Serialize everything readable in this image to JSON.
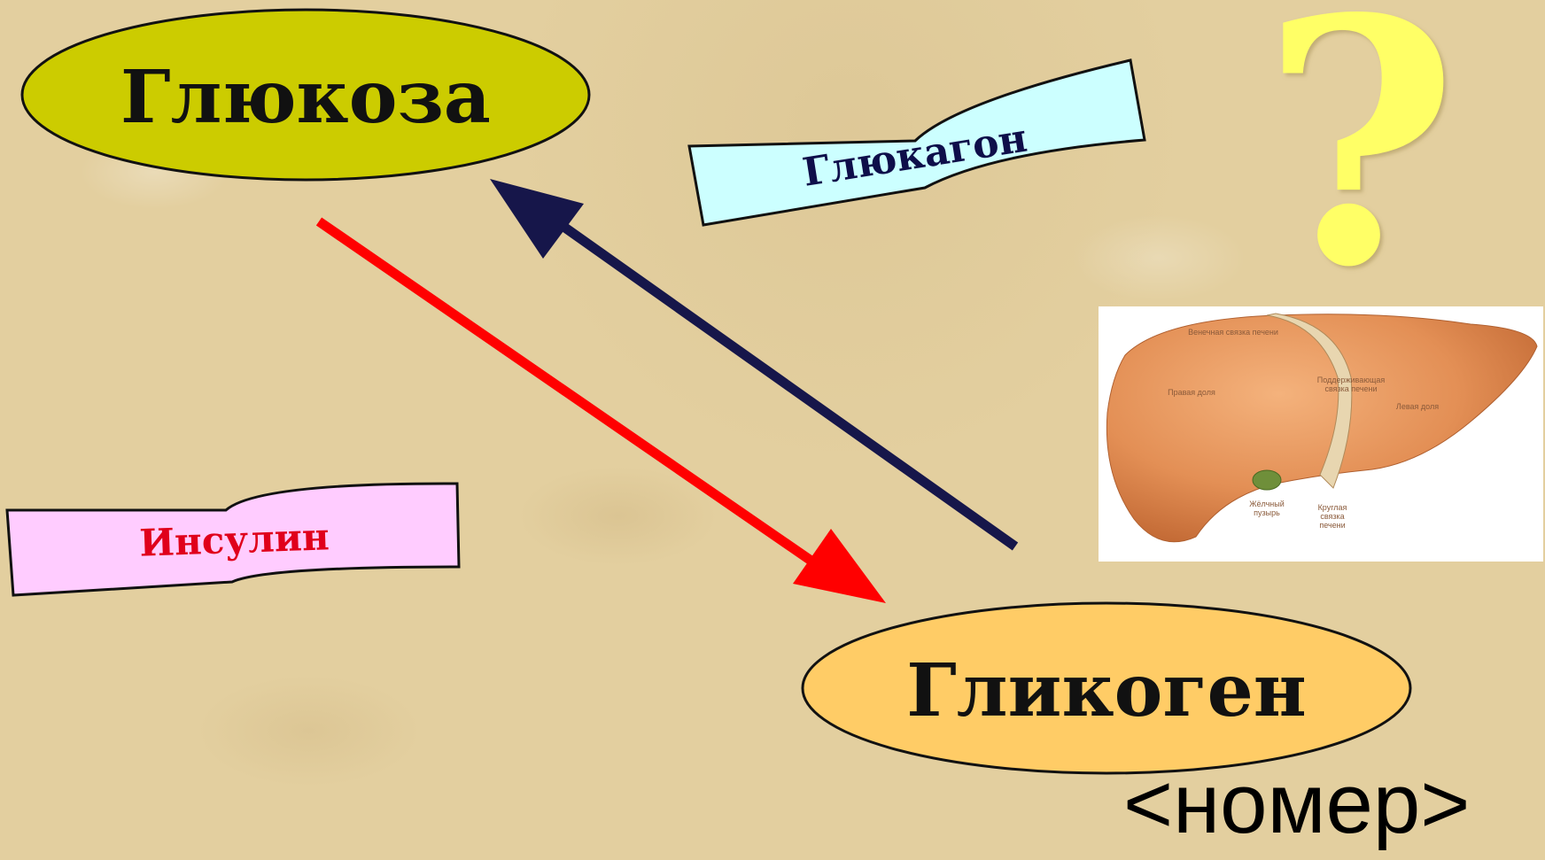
{
  "glucose_label": "Глюкоза",
  "glycogen_label": "Гликоген",
  "glucagon_label": "Глюкагон",
  "insulin_label": "Инсулин",
  "question_mark": "?",
  "slide_number": "<номер>",
  "liver": {
    "coronary_ligament": "Венечная связка печени",
    "right_lobe": "Правая доля",
    "supporting_ligament_line1": "Поддерживающая",
    "supporting_ligament_line2": "связка печени",
    "left_lobe": "Левая доля",
    "gallbladder_line1": "Жёлчный",
    "gallbladder_line2": "пузырь",
    "round_ligament_line1": "Круглая",
    "round_ligament_line2": "связка",
    "round_ligament_line3": "печени"
  },
  "colors": {
    "glucose_fill": "#cccc00",
    "glycogen_fill": "#ffcc66",
    "glucagon_fill": "#ccffff",
    "insulin_fill": "#ffccff",
    "insulin_text": "#e0001b",
    "glucagon_text": "#0e0e4a",
    "insulin_arrow": "#ff0000",
    "glucagon_arrow": "#16164a",
    "question_mark": "#ffff66"
  }
}
